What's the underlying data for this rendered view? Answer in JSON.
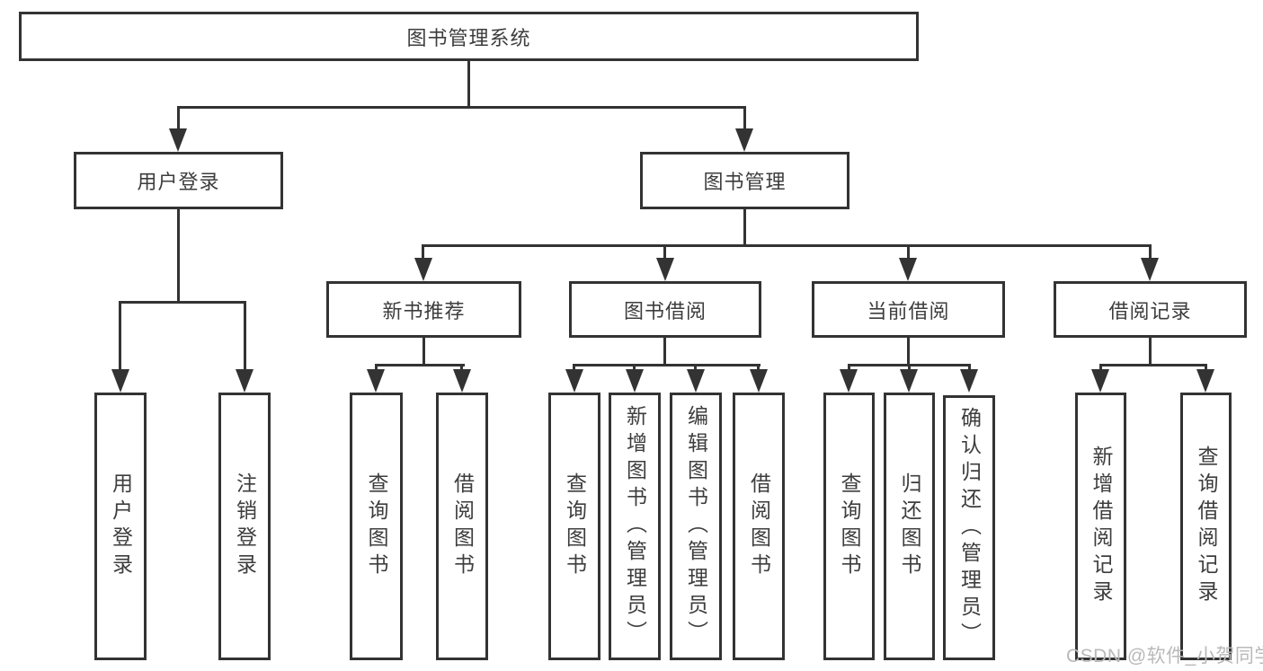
{
  "diagram": {
    "root": {
      "label": "图书管理系统"
    },
    "level2": [
      {
        "label": "用户登录"
      },
      {
        "label": "图书管理"
      }
    ],
    "level3": [
      {
        "label": "新书推荐"
      },
      {
        "label": "图书借阅"
      },
      {
        "label": "当前借阅"
      },
      {
        "label": "借阅记录"
      }
    ],
    "leaves": {
      "login": [
        "用户登录",
        "注销登录"
      ],
      "newbook": [
        "查询图书",
        "借阅图书"
      ],
      "borrow": [
        "查询图书",
        "新增图书（管理员）",
        "编辑图书（管理员）",
        "借阅图书"
      ],
      "current": [
        "查询图书",
        "归还图书",
        "确认归还（管理员）"
      ],
      "records": [
        "新增借阅记录",
        "查询借阅记录"
      ]
    },
    "colors": {
      "line": "#333333",
      "text": "#3d3d3d",
      "watermark": "#b9b9b9",
      "background": "#ffffff"
    }
  },
  "watermark": {
    "text": "CSDN @软件_小贺同学"
  }
}
